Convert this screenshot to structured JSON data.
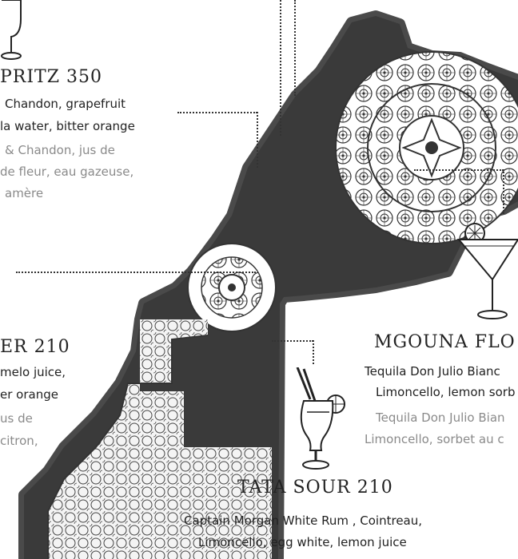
{
  "colors": {
    "map_fill": "#3a3a3a",
    "map_outline": "#444444",
    "text": "#222222",
    "muted": "#8a8a8a"
  },
  "drinks": [
    {
      "id": "spritz",
      "title": "PRITZ  350",
      "en_lines": [
        "Chandon, grapefruit",
        "la water, bitter orange"
      ],
      "fr_lines": [
        "& Chandon, jus de",
        "de fleur, eau gazeuse,",
        "amère"
      ]
    },
    {
      "id": "left-mid",
      "title": "ER  210",
      "en_lines": [
        "melo juice,",
        "er orange"
      ],
      "fr_lines": [
        "us de",
        "citron,"
      ]
    },
    {
      "id": "mgouna",
      "title": "MGOUNA FLO",
      "en_lines": [
        "Tequila Don Julio Bianc",
        "Limoncello, lemon sorb"
      ],
      "fr_lines": [
        "Tequila Don Julio Bian",
        "Limoncello, sorbet au c"
      ]
    },
    {
      "id": "tata-sour",
      "title": "TATA SOUR  210",
      "en_lines": [
        "Captain Morgan White Rum , Cointreau,",
        "Limoncello, egg white, lemon juice"
      ]
    }
  ],
  "icons": [
    "wine-glass-icon",
    "martini-glass-icon",
    "hurricane-glass-icon"
  ]
}
